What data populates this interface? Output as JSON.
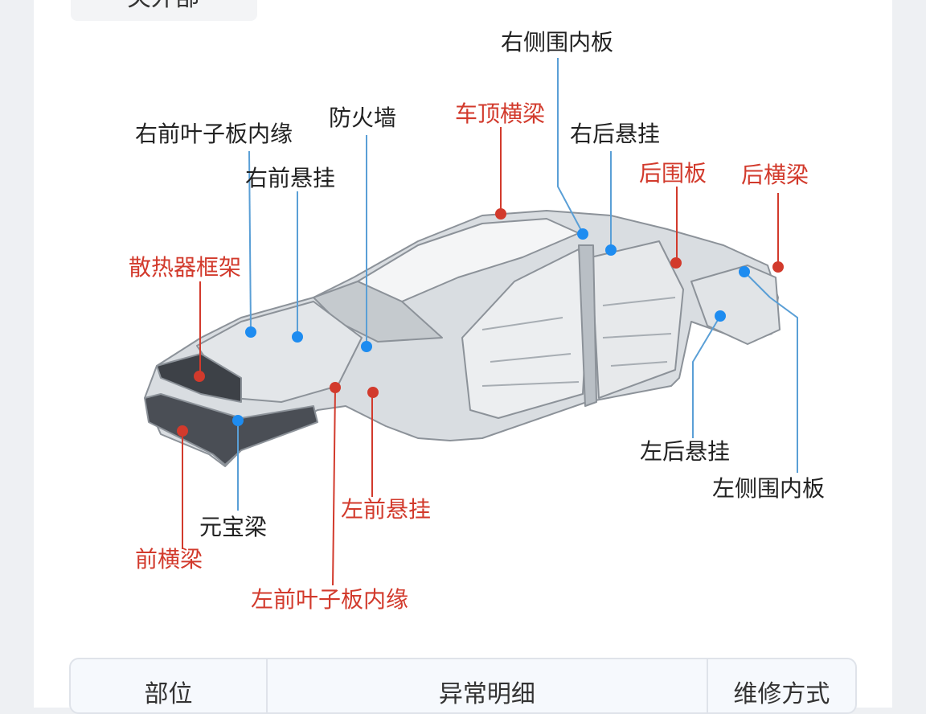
{
  "header_tag": {
    "text": "一关外部"
  },
  "colors": {
    "red": "#d23a2c",
    "blue": "#1e8cf0",
    "black": "#222222"
  },
  "labels": {
    "right_side_inner": "右侧围内板",
    "right_front_fender_inner": "右前叶子板内缘",
    "firewall": "防火墙",
    "roof_crossbeam": "车顶横梁",
    "right_rear_suspension": "右后悬挂",
    "right_front_suspension": "右前悬挂",
    "rear_panel": "后围板",
    "rear_crossbeam": "后横梁",
    "radiator_frame": "散热器框架",
    "left_rear_suspension": "左后悬挂",
    "left_side_inner": "左侧围内板",
    "left_front_suspension": "左前悬挂",
    "yuanbao_beam": "元宝梁",
    "front_crossbeam": "前横梁",
    "left_front_fender_inner": "左前叶子板内缘"
  },
  "table": {
    "headers": [
      "部位",
      "异常明细",
      "维修方式"
    ]
  }
}
